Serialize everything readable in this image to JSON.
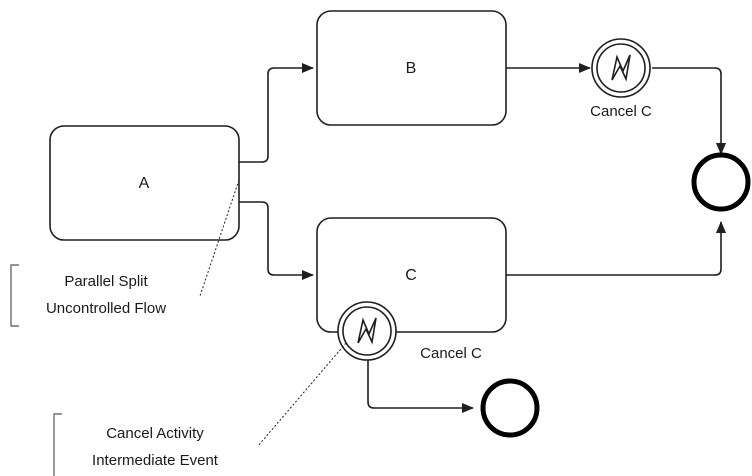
{
  "tasks": {
    "a": "A",
    "b": "B",
    "c": "C"
  },
  "events": {
    "cancel_b_label": "Cancel C",
    "cancel_c_label": "Cancel C"
  },
  "annotations": {
    "split_line1": "Parallel Split",
    "split_line2": "Uncontrolled Flow",
    "cancel_line1": "Cancel Activity",
    "cancel_line2": "Intermediate Event"
  },
  "icons": {
    "cancel_event": "lightning-cancel-icon",
    "end_event": "end-event-circle-icon"
  }
}
